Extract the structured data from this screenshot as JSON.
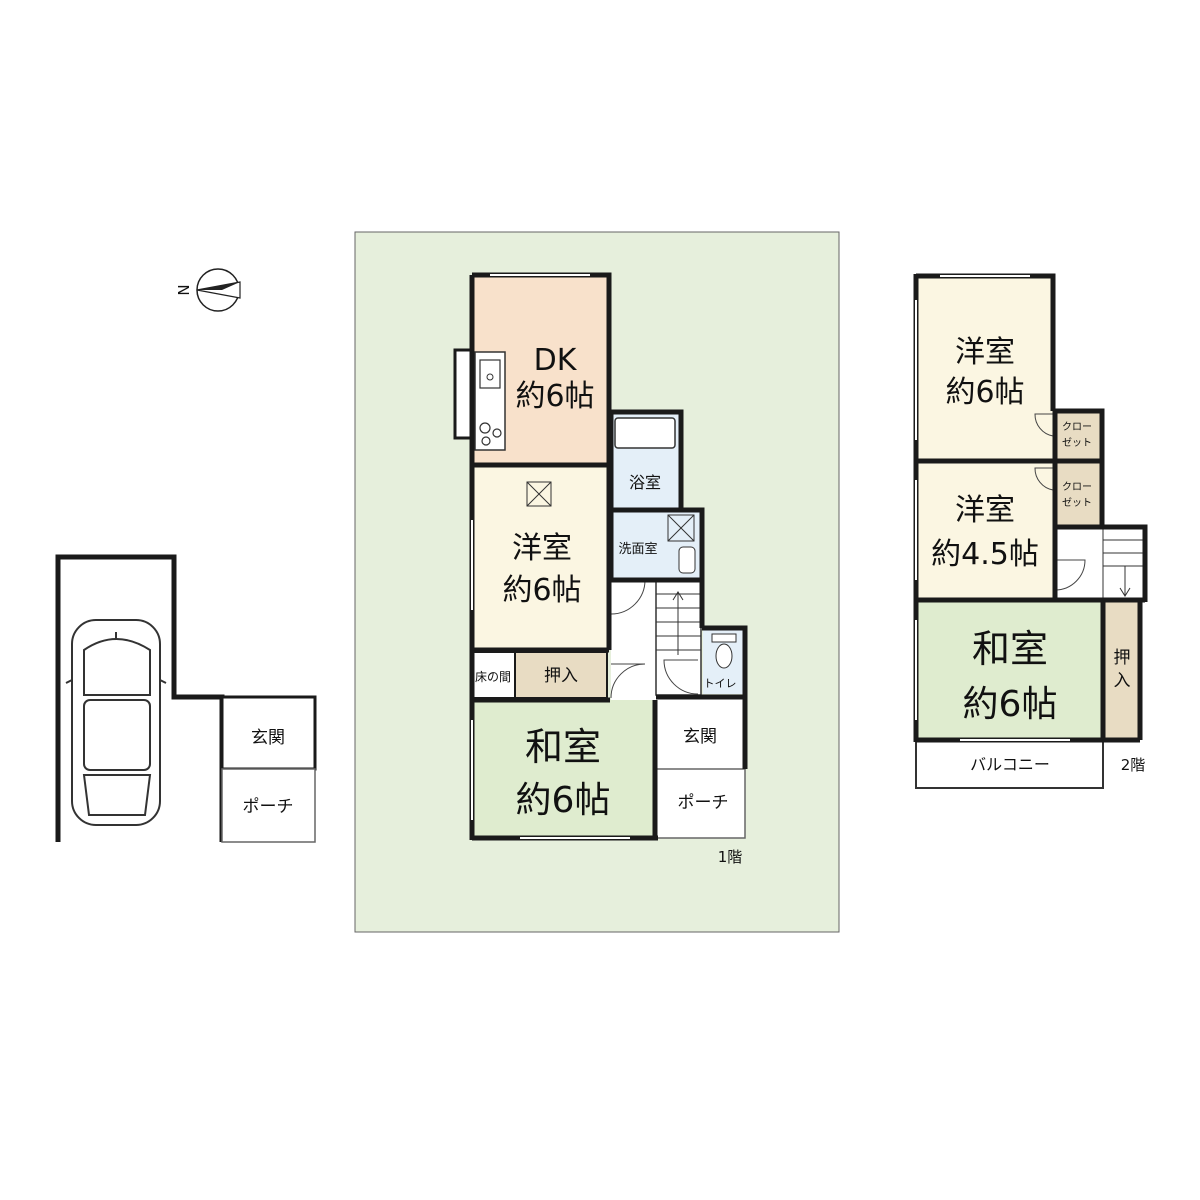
{
  "colors": {
    "lot": "#e6efdc",
    "dk": "#f8e1cb",
    "western": "#fbf6e2",
    "washitsu": "#dfeccf",
    "wet": "#e4eff8",
    "storage": "#e8dcc3",
    "wall": "#1a1a1a"
  },
  "compass": {
    "north": "N"
  },
  "parking": {
    "entrance": "玄関",
    "porch": "ポーチ"
  },
  "floor1": {
    "label": "1階",
    "dk": {
      "name": "DK",
      "size": "約6帖"
    },
    "western": {
      "name": "洋室",
      "size": "約6帖"
    },
    "bath": "浴室",
    "washroom": "洗面室",
    "toilet": "トイレ",
    "tokonoma": "床の間",
    "oshiire": "押入",
    "washitsu": {
      "name": "和室",
      "size": "約6帖"
    },
    "entrance": "玄関",
    "porch": "ポーチ"
  },
  "floor2": {
    "label": "2階",
    "western1": {
      "name": "洋室",
      "size": "約6帖"
    },
    "western2": {
      "name": "洋室",
      "size": "約4.5帖"
    },
    "closet1": [
      "クロー",
      "ゼット"
    ],
    "closet2": [
      "クロー",
      "ゼット"
    ],
    "washitsu": {
      "name": "和室",
      "size": "約6帖"
    },
    "oshiire": [
      "押",
      "入"
    ],
    "balcony": "バルコニー"
  }
}
